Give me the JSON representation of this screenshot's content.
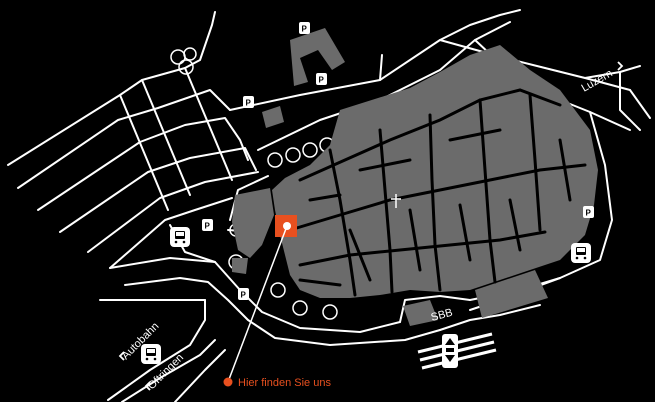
{
  "map": {
    "labels": {
      "luzern": "Luzern",
      "autobahn": "Autobahn",
      "oftringen": "Oftringen",
      "sbb": "SBB",
      "location": "Hier finden Sie uns"
    },
    "parking_symbol": "P",
    "icons": [
      "parking-icon",
      "bus-icon",
      "church-cross-icon",
      "railway-crossing-icon",
      "location-marker-icon",
      "chevron-icon"
    ],
    "colors": {
      "background": "#000000",
      "roads": "#ffffff",
      "buildings": "#6b6b6b",
      "highlight": "#e8501f"
    }
  }
}
